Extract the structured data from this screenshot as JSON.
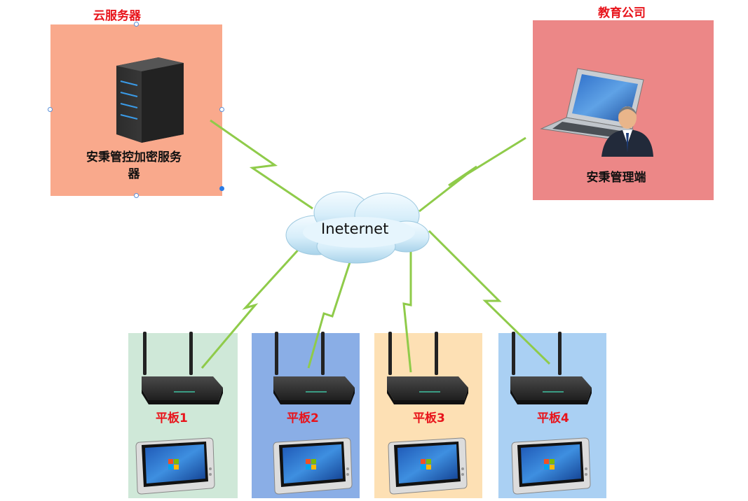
{
  "cloud_server": {
    "title": "云服务器",
    "caption": "安秉管控加密服务器",
    "color": "#f9a98c"
  },
  "education_company": {
    "title": "教育公司",
    "caption": "安秉管理端",
    "color": "#ec8787"
  },
  "cloud": {
    "label": "Ineternet"
  },
  "tablets": [
    {
      "label": "平板1",
      "color": "#cfe8d8"
    },
    {
      "label": "平板2",
      "color": "#8aaee6"
    },
    {
      "label": "平板3",
      "color": "#fde0b4"
    },
    {
      "label": "平板4",
      "color": "#aad0f3"
    }
  ],
  "link_color": "#8fcb4a"
}
